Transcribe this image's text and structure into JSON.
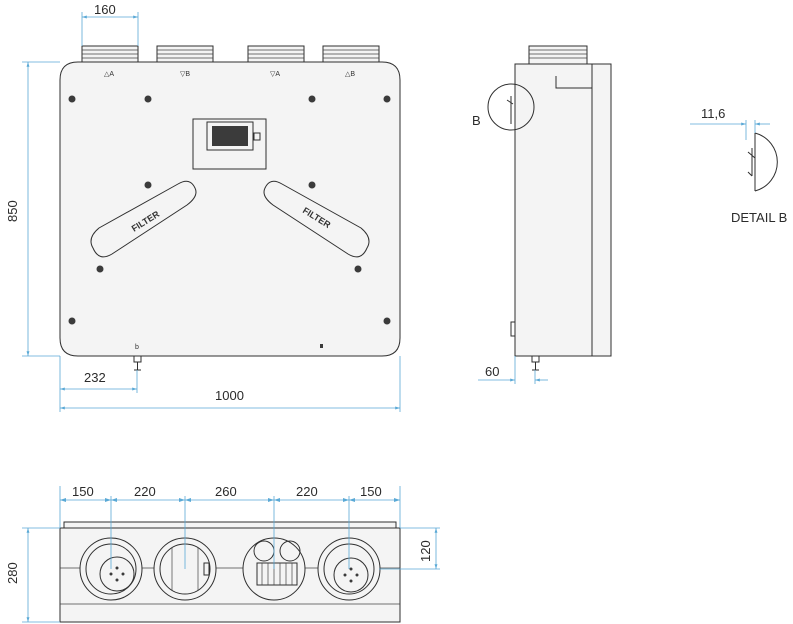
{
  "dimensions": {
    "front_width": "1000",
    "front_height": "850",
    "spigot_diameter": "160",
    "drain_offset": "232",
    "side_drain": "60",
    "detail_thickness": "11,6",
    "top_depth": "280",
    "top_spigot_offset": "120",
    "spacing": [
      "150",
      "220",
      "260",
      "220",
      "150"
    ]
  },
  "labels": {
    "detail_marker": "B",
    "detail_title": "DETAIL B",
    "filter_left": "FILTER",
    "filter_right": "FILTER"
  },
  "port_symbols": [
    "△A",
    "▽B",
    "▽A",
    "△B"
  ],
  "colors": {
    "dimension_line": "#5aa9d6",
    "outline": "#2f2f2f",
    "body": "#f4f4f4"
  }
}
